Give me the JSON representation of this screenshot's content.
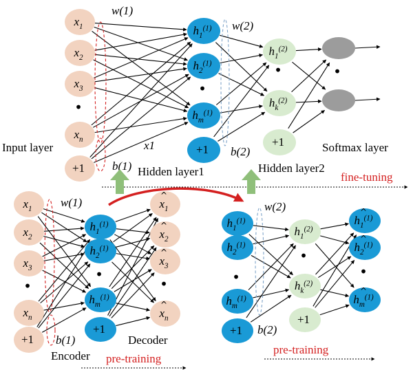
{
  "colors": {
    "input_node": "#f2d3c0",
    "hidden1_node": "#1a9ad6",
    "hidden2_node": "#d8ebcf",
    "softmax_node": "#9c9c9c",
    "red_label": "#d42020",
    "pretrain_arrow": "#8fbf7a"
  },
  "top_network": {
    "inputs": [
      "x1",
      "x2",
      "x3",
      "•",
      "xn",
      "+1"
    ],
    "hidden1": [
      "h1(1)",
      "h2(1)",
      "•",
      "hm(1)",
      "+1"
    ],
    "hidden2": [
      "h1(2)",
      "•",
      "hk(2)",
      "+1"
    ],
    "softmax_nodes": 2,
    "w1": "w(1)",
    "w2": "w(2)",
    "b1": "b(1)",
    "b2": "b(2)",
    "x1_label": "x1",
    "input_layer": "Input layer",
    "hidden_layer1": "Hidden layer1",
    "hidden_layer2": "Hidden layer2",
    "softmax_layer": "Softmax layer",
    "fine_tuning": "fine-tuning"
  },
  "autoencoder1": {
    "w1": "w(1)",
    "b1": "b(1)",
    "encoder": "Encoder",
    "decoder": "Decoder",
    "pre_training": "pre-training"
  },
  "autoencoder2": {
    "w2": "w(2)",
    "b2": "b(2)",
    "pre_training": "pre-training"
  }
}
